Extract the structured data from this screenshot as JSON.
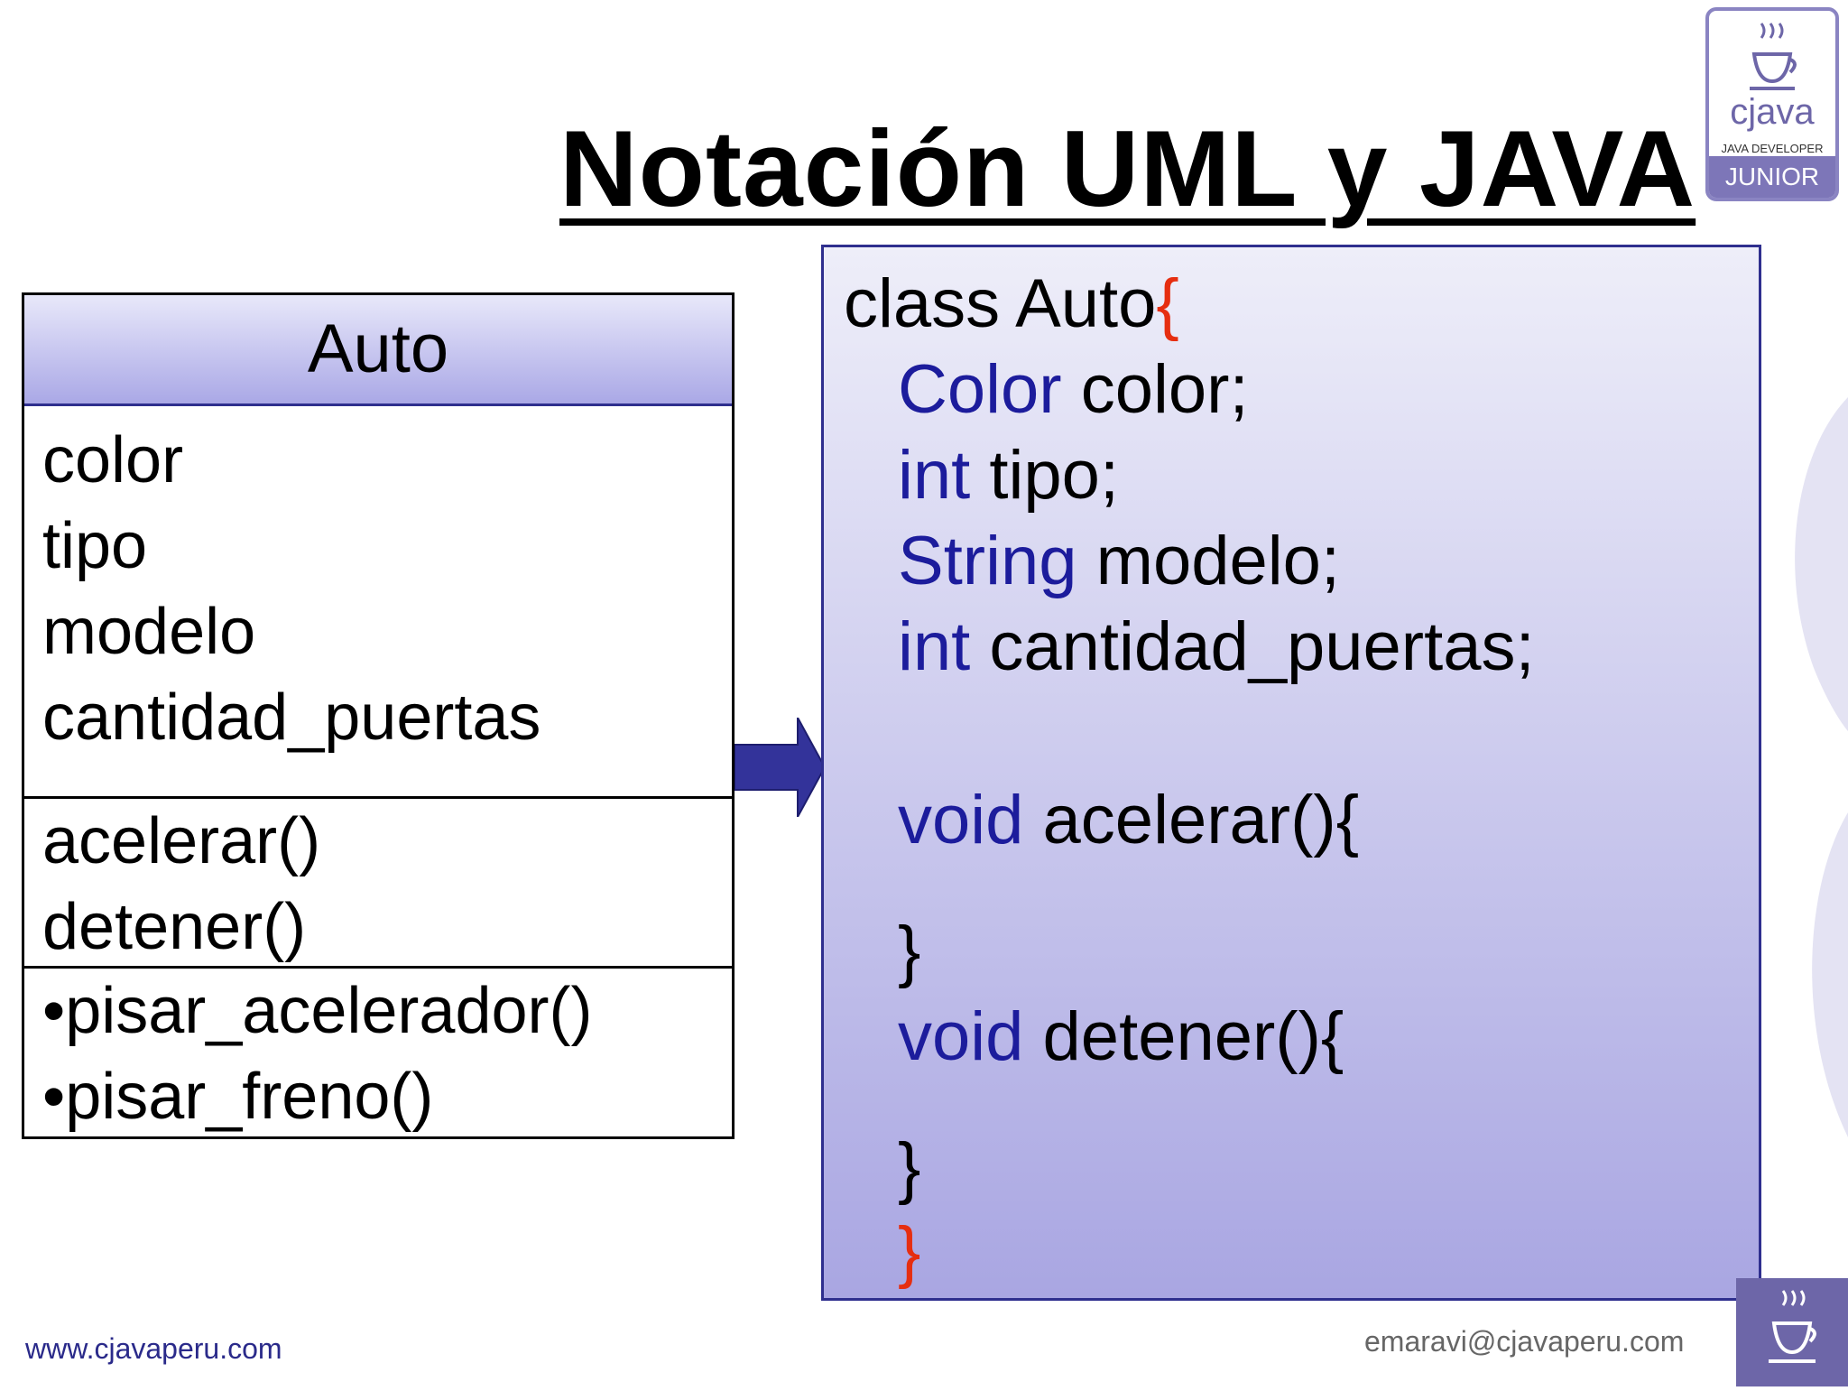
{
  "slide": {
    "title": "Notación UML y JAVA"
  },
  "logo": {
    "brand": "cjava",
    "subtitle": "JAVA DEVELOPER",
    "level": "JUNIOR"
  },
  "uml": {
    "class_name": "Auto",
    "attributes": [
      "color",
      "tipo",
      "modelo",
      "cantidad_puertas"
    ],
    "methods": [
      "acelerar()",
      "detener()"
    ],
    "private_methods": [
      "•pisar_acelerador()",
      "•pisar_freno()"
    ]
  },
  "code": {
    "class_decl": "class Auto",
    "open_brace": "{",
    "fields": [
      {
        "type": "Color",
        "name": " color;"
      },
      {
        "type": "int",
        "name": " tipo;"
      },
      {
        "type": "String",
        "name": " modelo;"
      },
      {
        "type": "int",
        "name": " cantidad_puertas;"
      }
    ],
    "method1": {
      "type": "void",
      "sig": " acelerar(){"
    },
    "method1_close": "}",
    "method2": {
      "type": "void",
      "sig": " detener(){"
    },
    "method2_close": "}",
    "close_brace": "}"
  },
  "footer": {
    "website": "www.cjavaperu.com",
    "email": "emaravi@cjavaperu.com"
  },
  "colors": {
    "keyword": "#1c1c9c",
    "brace": "#e62e10",
    "box_border": "#2f2f8e"
  }
}
